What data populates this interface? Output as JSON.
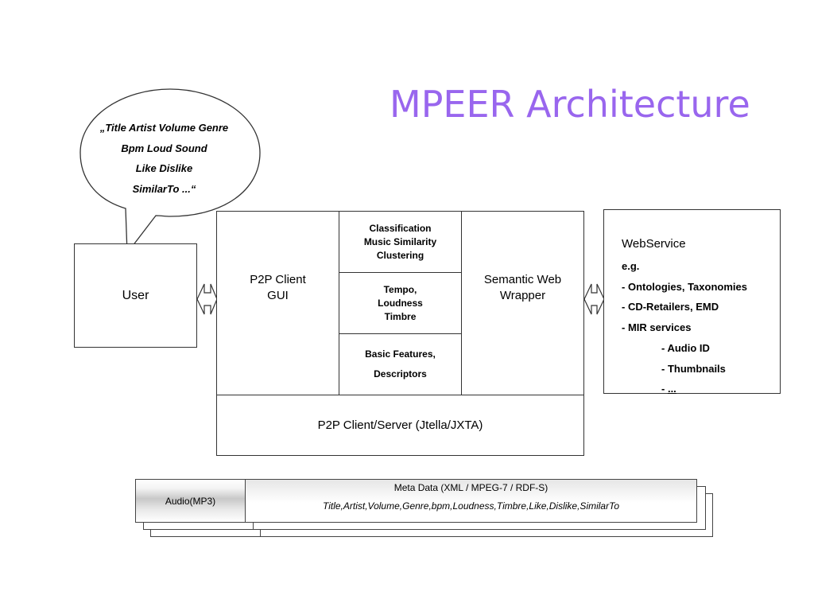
{
  "title": "MPEER Architecture",
  "speech_bubble": {
    "lines": [
      "„Title Artist Volume Genre",
      "Bpm Loud Sound",
      "Like Dislike",
      "SimilarTo ...“"
    ]
  },
  "user_label": "User",
  "architecture": {
    "client_gui": [
      "P2P Client",
      "GUI"
    ],
    "middle": {
      "classification": [
        "Classification",
        "Music Similarity",
        "Clustering"
      ],
      "tempo": [
        "Tempo,",
        "Loudness",
        "Timbre"
      ],
      "basic": [
        "Basic Features,",
        "Descriptors"
      ]
    },
    "semantic_wrapper": [
      "Semantic Web",
      "Wrapper"
    ],
    "client_server": "P2P Client/Server (Jtella/JXTA)"
  },
  "webservice": {
    "title": "WebService",
    "eg": "e.g.",
    "items": [
      "Ontologies, Taxonomies",
      "CD-Retailers, EMD",
      "MIR services"
    ],
    "subitems": [
      "Audio ID",
      "Thumbnails",
      "..."
    ]
  },
  "storage": {
    "audio_label": "Audio(MP3)",
    "meta_title": "Meta Data (XML / MPEG-7 / RDF-S)",
    "meta_fields": "Title,Artist,Volume,Genre,bpm,Loudness,Timbre,Like,Dislike,SimilarTo"
  },
  "colors": {
    "title": "#9966ee",
    "border": "#333333"
  }
}
